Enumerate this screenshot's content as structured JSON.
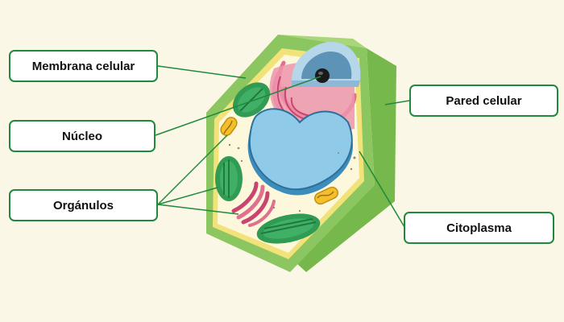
{
  "labels": {
    "membrana": "Membrana celular",
    "nucleo": "Núcleo",
    "organulos": "Orgánulos",
    "pared": "Pared celular",
    "citoplasma": "Citoplasma"
  },
  "colors": {
    "background": "#fbf7e6",
    "label_border": "#1f8a3c",
    "leader_line": "#1f8a3c",
    "cell_wall": "#8cc660",
    "cytoplasm": "#fdf8dc",
    "nucleus": "#8fcbe8",
    "vacuole_ring": "#e0708f",
    "chloroplast": "#2f9b53",
    "mitochondrion": "#f3c02c"
  }
}
